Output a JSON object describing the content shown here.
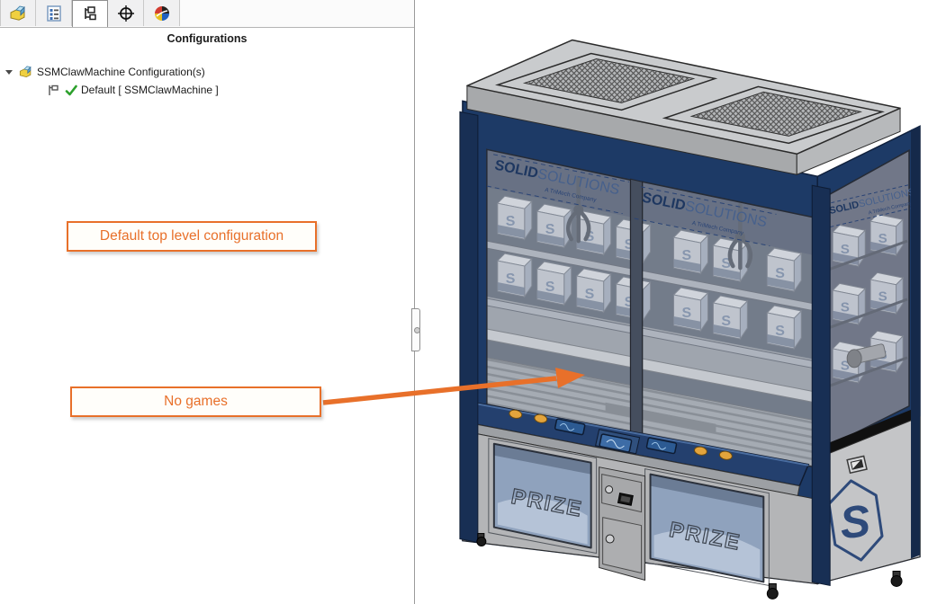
{
  "left_panel": {
    "header": "Configurations",
    "tabs": [
      {
        "name": "featuremanager-design-tree-tab",
        "active": false
      },
      {
        "name": "propertymanager-tab",
        "active": false
      },
      {
        "name": "configurationmanager-tab",
        "active": true
      },
      {
        "name": "dimxpertmanager-tab",
        "active": false
      },
      {
        "name": "displaymanager-tab",
        "active": false
      }
    ],
    "tree": {
      "root": "SSMClawMachine Configuration(s)",
      "child": "Default [ SSMClawMachine ]",
      "icons": [
        "expander-arrow",
        "configuration-box-icon",
        "flag-pin-icon",
        "green-check-icon"
      ]
    }
  },
  "annotations": {
    "callout_top": "Default top level configuration",
    "callout_bottom": "No games",
    "accent_color": "#e8702a"
  },
  "machine": {
    "brand_bold": "SOLID",
    "brand_light": "SOLUTIONS",
    "tagline": "A TriMech Company",
    "prize_label": "PRIZE",
    "logo_letter": "S",
    "frame_color": "#1d3a66",
    "cabinet_gray": "#c2c3c5",
    "check_green": "#2ca02c"
  }
}
